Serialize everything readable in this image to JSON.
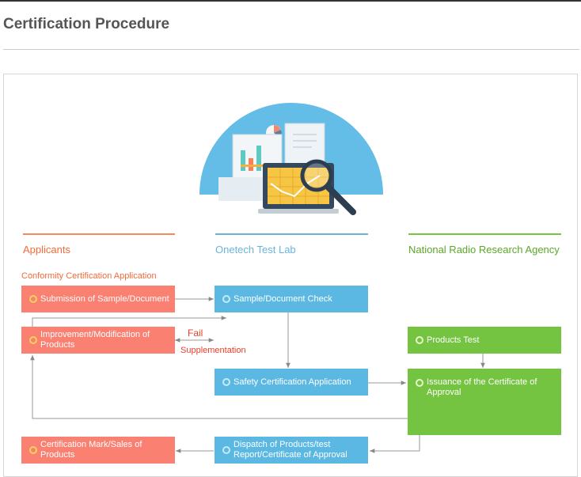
{
  "title": "Certification Procedure",
  "columns": {
    "applicants": "Applicants",
    "lab": "Onetech Test Lab",
    "agency": "National Radio Research Agency"
  },
  "section_label": "Conformity Certification Application",
  "boxes": {
    "submission": "Submission of Sample/Document",
    "improvement": "Improvement/Modification of Products",
    "cert_mark": "Certification Mark/Sales of Products",
    "sample_check": "Sample/Document Check",
    "safety_app": "Safety Certification Application",
    "dispatch": "Dispatch of Products/test Report/Certificate of Approval",
    "products_test": "Products Test",
    "issuance": "Issuance of the Certificate of Approval"
  },
  "labels": {
    "fail": "Fail",
    "supplementation": "Supplementation"
  },
  "colors": {
    "applicants": "#fa8072",
    "lab": "#5bb8e3",
    "agency": "#74c442",
    "applicants_text": "#f26b3a",
    "lab_text": "#6ab4db",
    "agency_text": "#5aa828",
    "fail_text": "#e8402a",
    "arrow": "#888888"
  },
  "illustration": "report-magnifier-illustration"
}
